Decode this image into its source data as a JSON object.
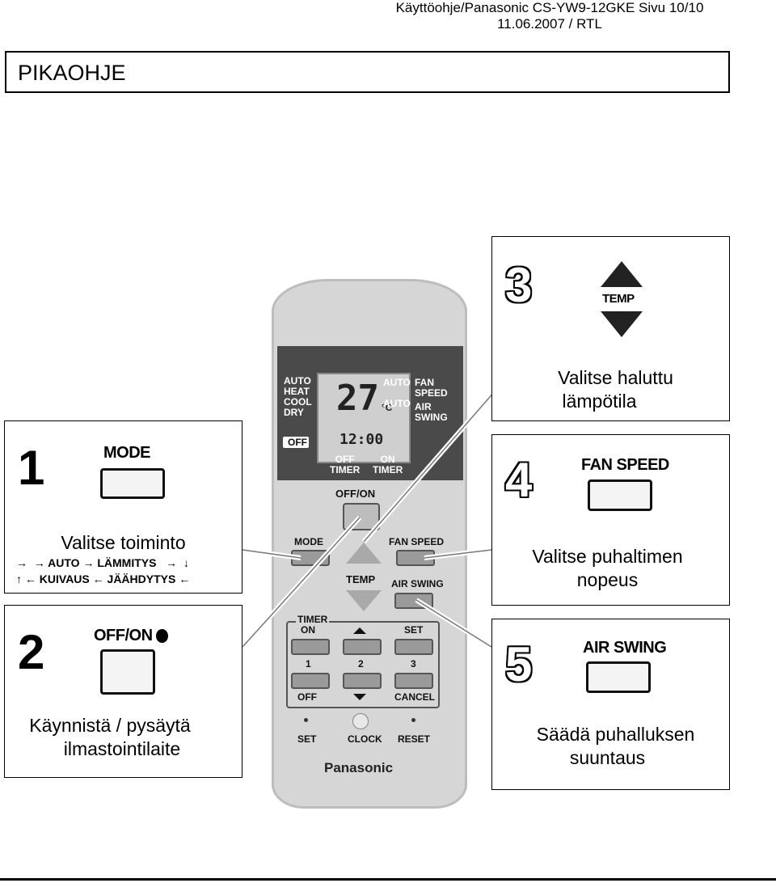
{
  "header": {
    "line1": "Käyttöohje/Panasonic CS-YW9-12GKE  Sivu 10/10",
    "line2": "11.06.2007 / RTL"
  },
  "title": "PIKAOHJE",
  "steps": {
    "s1": {
      "number": "1",
      "button": "MODE",
      "text": "Valitse toiminto",
      "cycle1": "→  → AUTO → LÄMMITYS   →  ↓",
      "cycle2": "↑ ← KUIVAUS ← JÄÄHDYTYS ←"
    },
    "s2": {
      "number": "2",
      "button": "OFF/ON",
      "text1": "Käynnistä / pysäytä",
      "text2": "ilmastointilaite"
    },
    "s3": {
      "number": "3",
      "button": "TEMP",
      "text1": "Valitse haluttu",
      "text2": "lämpötila"
    },
    "s4": {
      "number": "4",
      "button": "FAN SPEED",
      "text1": "Valitse puhaltimen",
      "text2": "nopeus"
    },
    "s5": {
      "number": "5",
      "button": "AIR SWING",
      "text1": "Säädä puhalluksen",
      "text2": "suuntaus"
    }
  },
  "remote": {
    "modes": "AUTO\nHEAT\nCOOL\nDRY",
    "off": "OFF",
    "temp": "27",
    "unit": "°C",
    "clock": "12:00",
    "auto1": "AUTO",
    "auto2": "AUTO",
    "fan": "FAN\nSPEED",
    "air": "AIR\nSWING",
    "off_timer": "OFF\nTIMER",
    "on_timer": "ON\nTIMER",
    "offon": "OFF/ON",
    "mode": "MODE",
    "fanspeed": "FAN SPEED",
    "temp_label": "TEMP",
    "airswing": "AIR SWING",
    "timer": "TIMER",
    "on": "ON",
    "set": "SET",
    "n1": "1",
    "n2": "2",
    "n3": "3",
    "off2": "OFF",
    "cancel": "CANCEL",
    "set2": "SET",
    "clock_btn": "CLOCK",
    "reset": "RESET",
    "brand": "Panasonic"
  }
}
